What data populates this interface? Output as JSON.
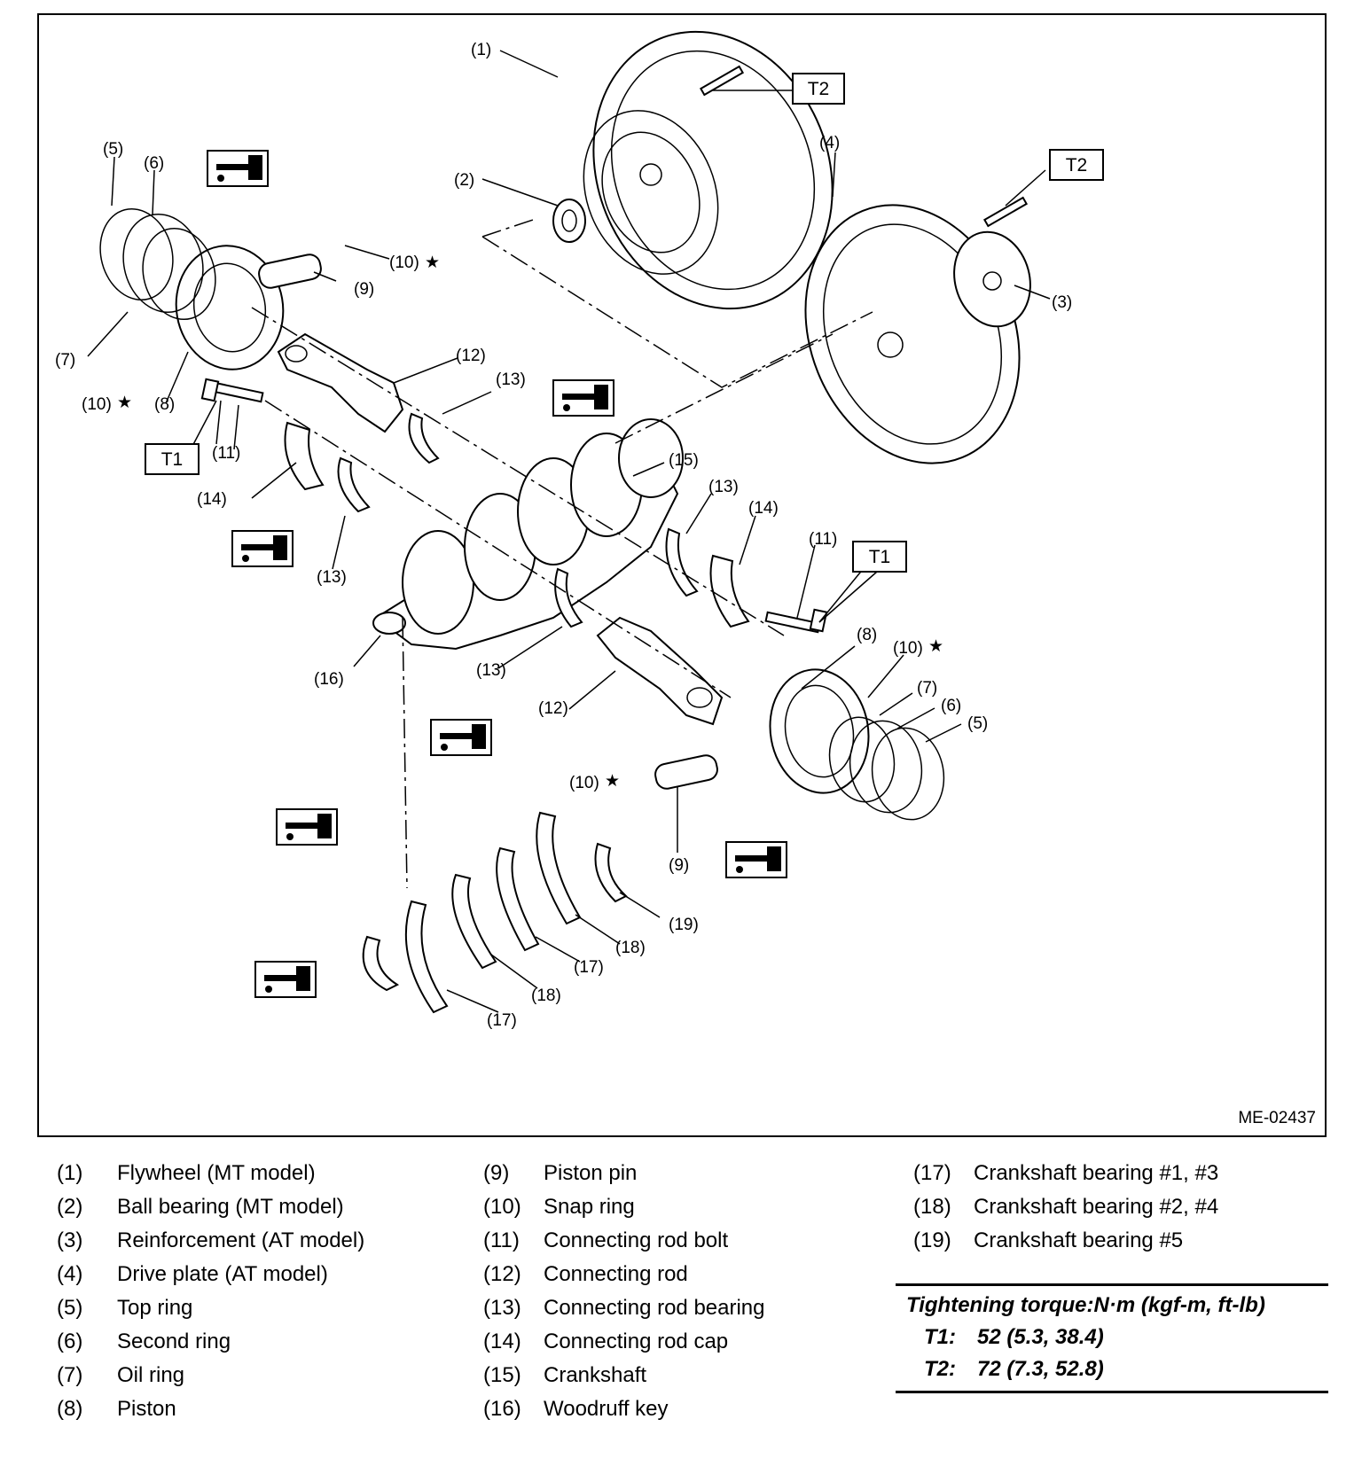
{
  "figure": {
    "code": "ME-02437",
    "torque_boxes": [
      "T2",
      "T2",
      "T1",
      "T1"
    ],
    "callouts": [
      "(1)",
      "(2)",
      "(3)",
      "(4)",
      "(5)",
      "(6)",
      "(7)",
      "(8)",
      "(9)",
      "(10)",
      "(10)",
      "(10)",
      "(10)",
      "(11)",
      "(11)",
      "(12)",
      "(12)",
      "(13)",
      "(13)",
      "(13)",
      "(13)",
      "(14)",
      "(14)",
      "(15)",
      "(16)",
      "(17)",
      "(17)",
      "(18)",
      "(18)",
      "(19)",
      "(5)",
      "(6)",
      "(7)",
      "(8)",
      "(9)"
    ],
    "star": "★"
  },
  "legend": {
    "col1": [
      {
        "num": "(1)",
        "text": "Flywheel (MT model)"
      },
      {
        "num": "(2)",
        "text": "Ball bearing (MT model)"
      },
      {
        "num": "(3)",
        "text": "Reinforcement (AT model)"
      },
      {
        "num": "(4)",
        "text": "Drive plate (AT model)"
      },
      {
        "num": "(5)",
        "text": "Top ring"
      },
      {
        "num": "(6)",
        "text": "Second ring"
      },
      {
        "num": "(7)",
        "text": "Oil ring"
      },
      {
        "num": "(8)",
        "text": "Piston"
      }
    ],
    "col2": [
      {
        "num": "(9)",
        "text": "Piston pin"
      },
      {
        "num": "(10)",
        "text": "Snap ring"
      },
      {
        "num": "(11)",
        "text": "Connecting rod bolt"
      },
      {
        "num": "(12)",
        "text": "Connecting rod"
      },
      {
        "num": "(13)",
        "text": "Connecting rod bearing"
      },
      {
        "num": "(14)",
        "text": "Connecting rod cap"
      },
      {
        "num": "(15)",
        "text": "Crankshaft"
      },
      {
        "num": "(16)",
        "text": "Woodruff key"
      }
    ],
    "col3": [
      {
        "num": "(17)",
        "text": "Crankshaft bearing #1, #3"
      },
      {
        "num": "(18)",
        "text": "Crankshaft bearing #2, #4"
      },
      {
        "num": "(19)",
        "text": "Crankshaft bearing #5"
      }
    ]
  },
  "torque": {
    "title": "Tightening torque:N·m (kgf-m, ft-lb)",
    "rows": [
      {
        "key": "T1:",
        "value": "52 (5.3, 38.4)"
      },
      {
        "key": "T2:",
        "value": "72 (7.3, 52.8)"
      }
    ]
  }
}
